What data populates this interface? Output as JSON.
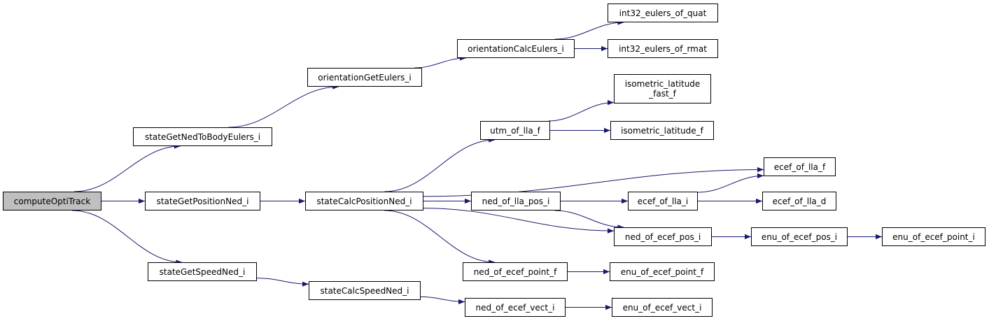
{
  "colors": {
    "edge": "#191970",
    "node_border": "#000000",
    "root_fill": "#bfbfbf",
    "node_fill": "#ffffff"
  },
  "nodes": {
    "computeOptiTrack": {
      "label": "computeOptiTrack",
      "root": true
    },
    "stateGetNedToBodyEulers_i": {
      "label": "stateGetNedToBodyEulers_i"
    },
    "stateGetPositionNed_i": {
      "label": "stateGetPositionNed_i"
    },
    "stateGetSpeedNed_i": {
      "label": "stateGetSpeedNed_i"
    },
    "orientationGetEulers_i": {
      "label": "orientationGetEulers_i"
    },
    "orientationCalcEulers_i": {
      "label": "orientationCalcEulers_i"
    },
    "int32_eulers_of_quat": {
      "label": "int32_eulers_of_quat"
    },
    "int32_eulers_of_rmat": {
      "label": "int32_eulers_of_rmat"
    },
    "stateCalcPositionNed_i": {
      "label": "stateCalcPositionNed_i"
    },
    "utm_of_lla_f": {
      "label": "utm_of_lla_f"
    },
    "isometric_latitude_fast_f": {
      "label": "isometric_latitude",
      "label2": "_fast_f"
    },
    "isometric_latitude_f": {
      "label": "isometric_latitude_f"
    },
    "ecef_of_lla_f": {
      "label": "ecef_of_lla_f"
    },
    "ned_of_lla_pos_i": {
      "label": "ned_of_lla_pos_i"
    },
    "ecef_of_lla_i": {
      "label": "ecef_of_lla_i"
    },
    "ecef_of_lla_d": {
      "label": "ecef_of_lla_d"
    },
    "ned_of_ecef_pos_i": {
      "label": "ned_of_ecef_pos_i"
    },
    "enu_of_ecef_pos_i": {
      "label": "enu_of_ecef_pos_i"
    },
    "enu_of_ecef_point_i": {
      "label": "enu_of_ecef_point_i"
    },
    "ned_of_ecef_point_f": {
      "label": "ned_of_ecef_point_f"
    },
    "enu_of_ecef_point_f": {
      "label": "enu_of_ecef_point_f"
    },
    "stateCalcSpeedNed_i": {
      "label": "stateCalcSpeedNed_i"
    },
    "ned_of_ecef_vect_i": {
      "label": "ned_of_ecef_vect_i"
    },
    "enu_of_ecef_vect_i": {
      "label": "enu_of_ecef_vect_i"
    }
  },
  "edges": [
    [
      "computeOptiTrack",
      "stateGetNedToBodyEulers_i"
    ],
    [
      "computeOptiTrack",
      "stateGetPositionNed_i"
    ],
    [
      "computeOptiTrack",
      "stateGetSpeedNed_i"
    ],
    [
      "stateGetNedToBodyEulers_i",
      "orientationGetEulers_i"
    ],
    [
      "orientationGetEulers_i",
      "orientationCalcEulers_i"
    ],
    [
      "orientationCalcEulers_i",
      "int32_eulers_of_quat"
    ],
    [
      "orientationCalcEulers_i",
      "int32_eulers_of_rmat"
    ],
    [
      "stateGetPositionNed_i",
      "stateCalcPositionNed_i"
    ],
    [
      "stateCalcPositionNed_i",
      "utm_of_lla_f"
    ],
    [
      "stateCalcPositionNed_i",
      "ecef_of_lla_f"
    ],
    [
      "stateCalcPositionNed_i",
      "ned_of_lla_pos_i"
    ],
    [
      "stateCalcPositionNed_i",
      "ned_of_ecef_pos_i"
    ],
    [
      "stateCalcPositionNed_i",
      "ned_of_ecef_point_f"
    ],
    [
      "utm_of_lla_f",
      "isometric_latitude_fast_f"
    ],
    [
      "utm_of_lla_f",
      "isometric_latitude_f"
    ],
    [
      "ned_of_lla_pos_i",
      "ecef_of_lla_i"
    ],
    [
      "ned_of_lla_pos_i",
      "ned_of_ecef_pos_i"
    ],
    [
      "ecef_of_lla_i",
      "ecef_of_lla_f"
    ],
    [
      "ecef_of_lla_i",
      "ecef_of_lla_d"
    ],
    [
      "ned_of_ecef_pos_i",
      "enu_of_ecef_pos_i"
    ],
    [
      "enu_of_ecef_pos_i",
      "enu_of_ecef_point_i"
    ],
    [
      "ned_of_ecef_point_f",
      "enu_of_ecef_point_f"
    ],
    [
      "stateGetSpeedNed_i",
      "stateCalcSpeedNed_i"
    ],
    [
      "stateCalcSpeedNed_i",
      "ned_of_ecef_vect_i"
    ],
    [
      "ned_of_ecef_vect_i",
      "enu_of_ecef_vect_i"
    ]
  ]
}
